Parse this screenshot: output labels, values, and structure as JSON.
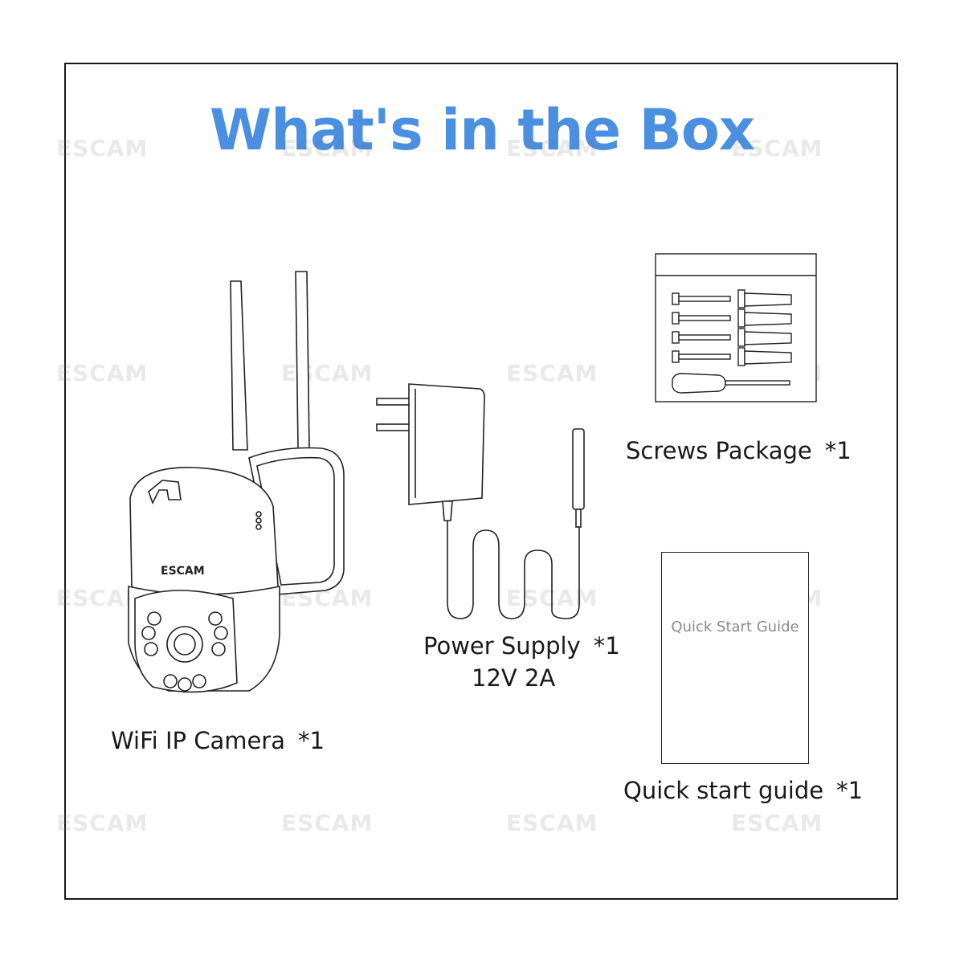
{
  "page": {
    "title": "What's in the Box",
    "title_color": "#4a8fe0",
    "watermark": "ESCAM"
  },
  "items": {
    "camera": {
      "name": "WiFi IP Camera",
      "qty": "*1",
      "brand": "ESCAM"
    },
    "power_supply": {
      "name": "Power Supply",
      "qty": "*1",
      "spec": "12V 2A"
    },
    "screws": {
      "name": "Screws Package",
      "qty": "*1"
    },
    "guide": {
      "name": "Quick start guide",
      "qty": "*1",
      "cover_text": "Quick Start Guide"
    }
  }
}
